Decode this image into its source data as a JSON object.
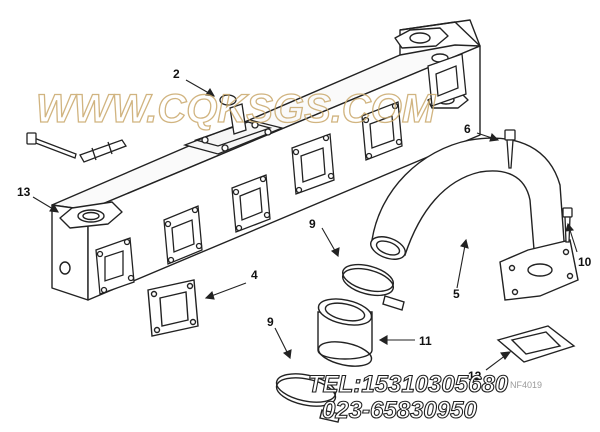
{
  "callouts": {
    "c2": "2",
    "c6": "6",
    "c13": "13",
    "c9a": "9",
    "c10": "10",
    "c4": "4",
    "c5": "5",
    "c9b": "9",
    "c11": "11",
    "c12": "12"
  },
  "watermark": {
    "url": "WWW.CQKSGS.COM",
    "phone": "TEL:15310305680",
    "phone2": "023-65830950"
  },
  "figure_code": "NF4019"
}
